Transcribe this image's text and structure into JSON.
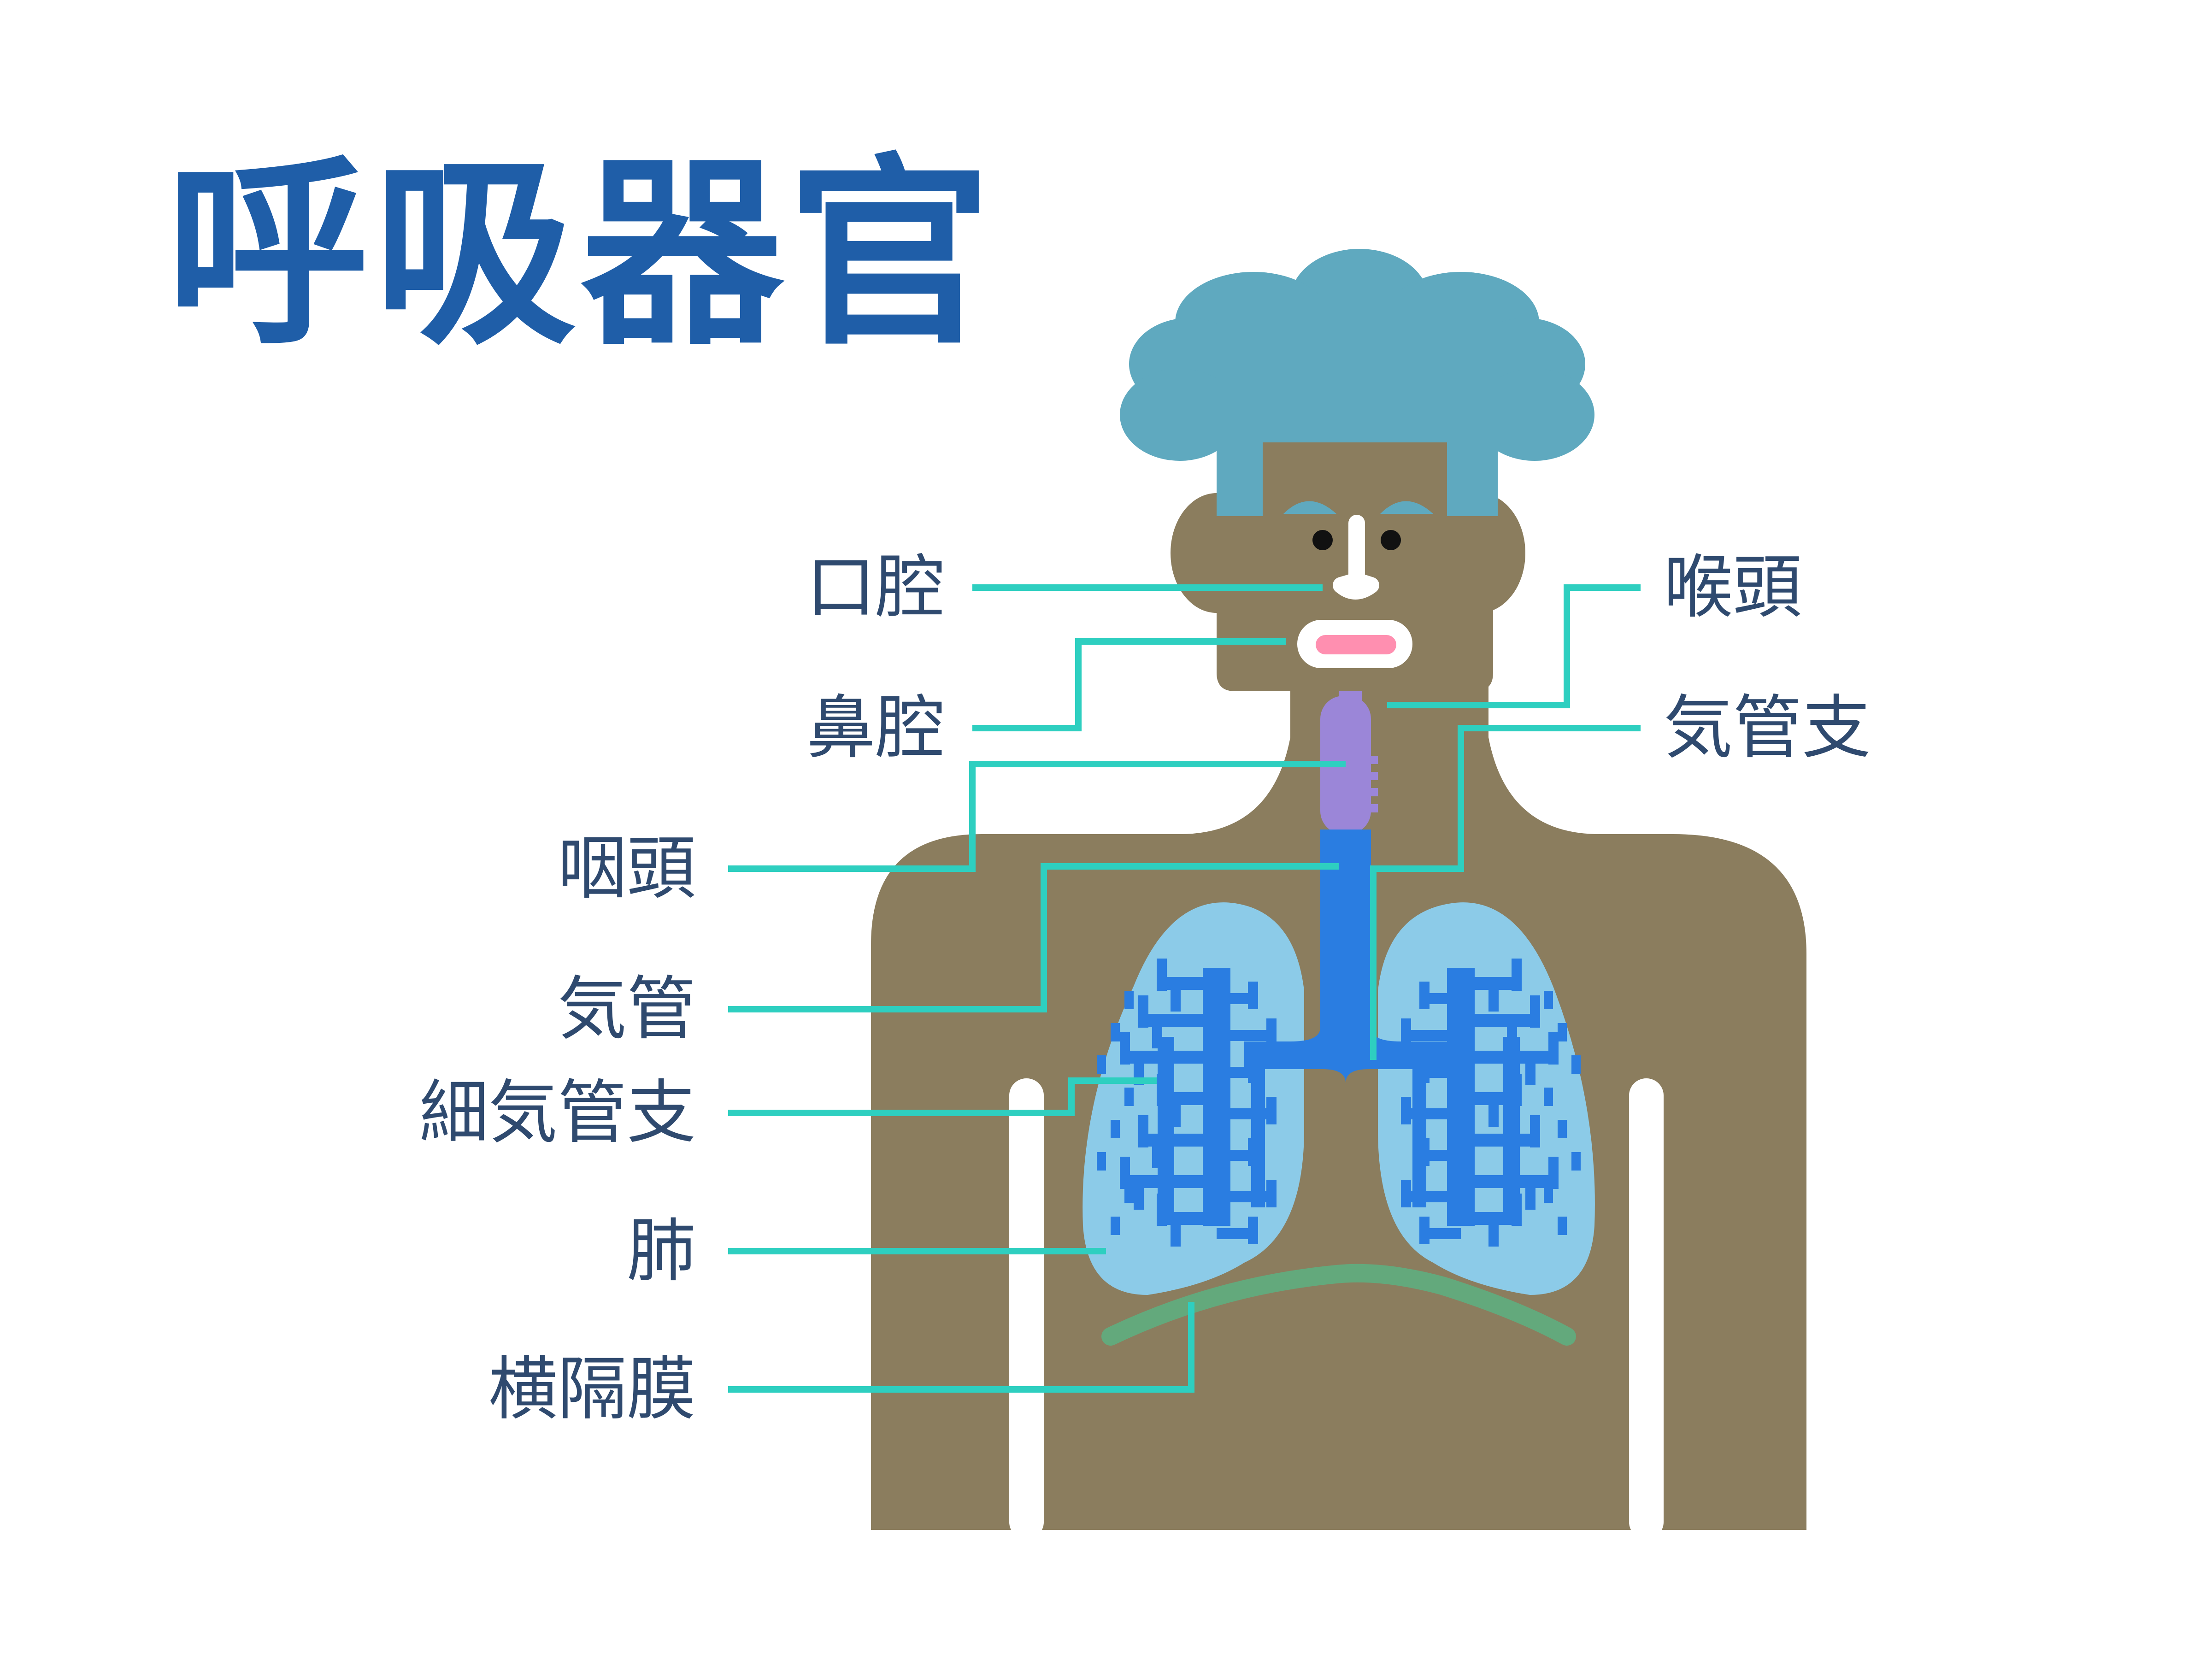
{
  "title": "呼吸器官",
  "labels": {
    "oral_cavity": "口腔",
    "nasal_cavity": "鼻腔",
    "pharynx": "咽頭",
    "trachea": "気管",
    "bronchioles": "細気管支",
    "lung": "肺",
    "diaphragm": "横隔膜",
    "larynx": "喉頭",
    "bronchi": "気管支"
  },
  "colors": {
    "title": "#1f5ea8",
    "label_text": "#2f4a6f",
    "leader_line": "#2ecfc0",
    "skin": "#8b7d5e",
    "hair": "#5fa9bf",
    "lung": "#8ccbe8",
    "airway": "#2a7de1",
    "pharynx": "#9b86d8",
    "lips": "#ff8fb0",
    "diaphragm": "#63a97c",
    "background": "#ffffff"
  }
}
